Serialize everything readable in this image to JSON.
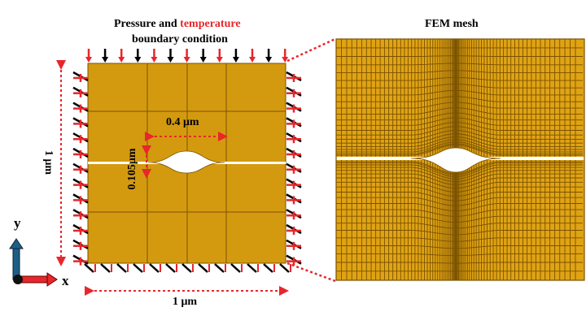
{
  "left_title": {
    "part1": "Pressure and ",
    "part2": "temperature",
    "line2": "boundary condition"
  },
  "right_title": "FEM mesh",
  "dimensions": {
    "width": "1 μm",
    "height": "1 μm",
    "void_width": "0.4 μm",
    "void_height": "0.105μm"
  },
  "axes": {
    "x": "x",
    "y": "y"
  },
  "colors": {
    "material": "#d49a0f",
    "mesh_fill": "#e0a314",
    "grid": "#7a5200",
    "red": "#e8262b",
    "axis_blue": "#1d5e86"
  }
}
